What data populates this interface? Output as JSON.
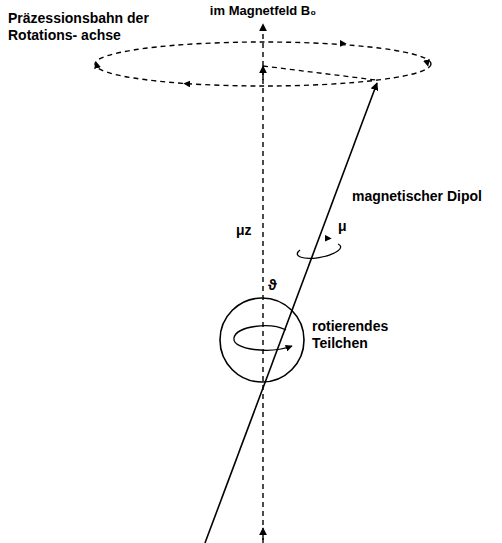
{
  "diagram": {
    "labels": [
      "im Magnetfeld B₀",
      "Präzessionsbahn der Rotations- achse",
      "magnetischer Dipol",
      "μ",
      "μz",
      "ϑ",
      "rotierendes Teilchen"
    ]
  }
}
